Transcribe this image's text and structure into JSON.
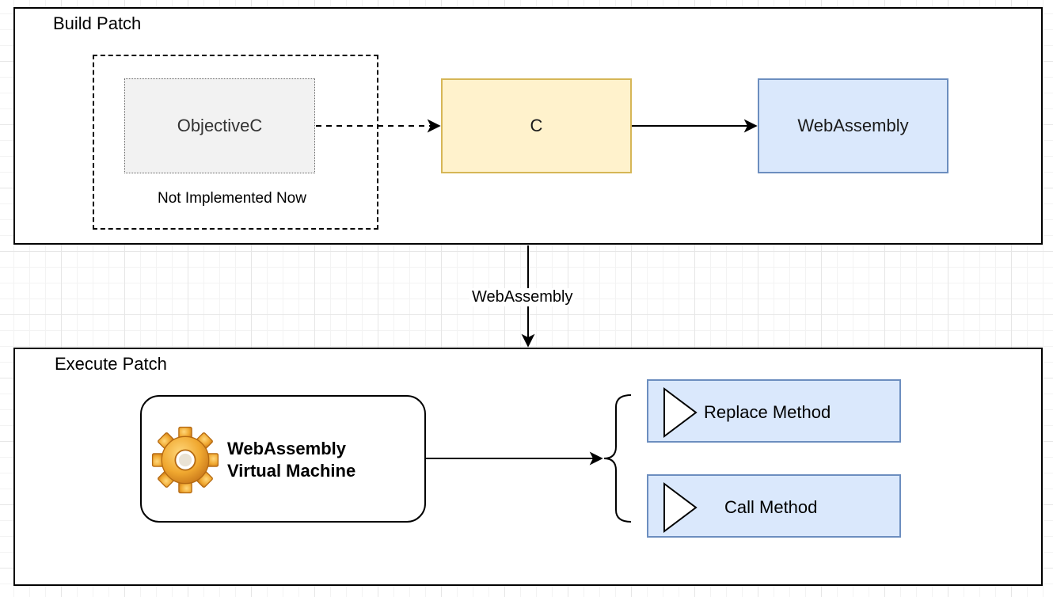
{
  "build_patch": {
    "title": "Build Patch",
    "objc_label": "ObjectiveC",
    "not_implemented_label": "Not Implemented Now",
    "c_label": "C",
    "wasm_label": "WebAssembly"
  },
  "transfer_label": "WebAssembly",
  "execute_patch": {
    "title": "Execute Patch",
    "vm_label_line1": "WebAssembly",
    "vm_label_line2": "Virtual Machine",
    "replace_method_label": "Replace Method",
    "call_method_label": "Call Method"
  },
  "colors": {
    "objc_fill": "#f2f2f2",
    "c_fill": "#fff2cc",
    "c_stroke": "#d6b656",
    "wasm_fill": "#dae8fc",
    "wasm_stroke": "#6c8ebf",
    "gear": "#f0a830"
  },
  "icons": {
    "vm_icon": "gear-icon",
    "method_icon": "play-triangle-icon"
  }
}
